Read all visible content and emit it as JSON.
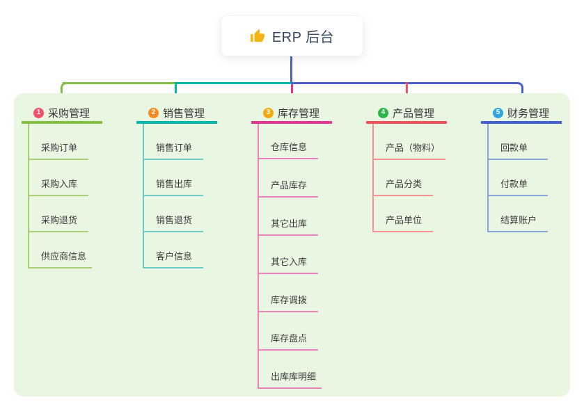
{
  "root": {
    "title": "ERP 后台",
    "icon": "thumbs-up-icon",
    "icon_color": "#f4b411"
  },
  "panel_bg": "#e9f6e2",
  "connector": {
    "blue": "#4a5ed2",
    "green": "#82c043",
    "teal": "#00b7ad",
    "magenta": "#e23692",
    "red": "#f5525c"
  },
  "branches": [
    {
      "index": "1",
      "label": "采购管理",
      "badge_color": "#f0506e",
      "line_color": "#82c043",
      "child_line_color": "#a6d274",
      "children": [
        "采购订单",
        "采购入库",
        "采购退货",
        "供应商信息"
      ]
    },
    {
      "index": "2",
      "label": "销售管理",
      "badge_color": "#f78b1f",
      "line_color": "#00b7ad",
      "child_line_color": "#6fccc5",
      "children": [
        "销售订单",
        "销售出库",
        "销售退货",
        "客户信息"
      ]
    },
    {
      "index": "3",
      "label": "库存管理",
      "badge_color": "#f6a90e",
      "line_color": "#e23692",
      "child_line_color": "#ee7ebc",
      "children": [
        "仓库信息",
        "产品库存",
        "其它出库",
        "其它入库",
        "库存调拨",
        "库存盘点",
        "出库库明细"
      ]
    },
    {
      "index": "4",
      "label": "产品管理",
      "badge_color": "#2cb54a",
      "line_color": "#f5525c",
      "child_line_color": "#f89290",
      "children": [
        "产品（物料）",
        "产品分类",
        "产品单位"
      ]
    },
    {
      "index": "5",
      "label": "财务管理",
      "badge_color": "#31a3e3",
      "line_color": "#4360d3",
      "child_line_color": "#8ca4de",
      "children": [
        "回款单",
        "付款单",
        "结算账户"
      ]
    }
  ]
}
